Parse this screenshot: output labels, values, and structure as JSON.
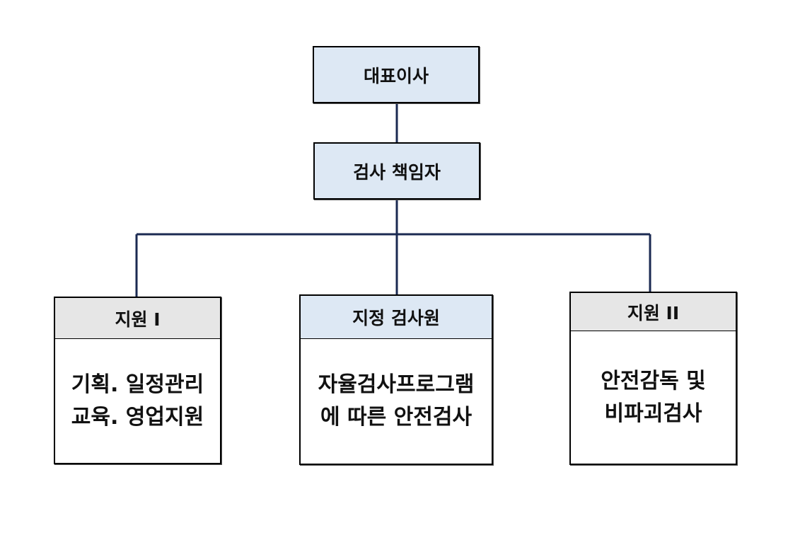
{
  "colors": {
    "line": "#1b2a52",
    "top_fill": "#dde8f4",
    "grey_header": "#e6e6e6",
    "border": "#000000"
  },
  "ceo": {
    "label": "대표이사"
  },
  "inspection_manager": {
    "label": "검사 책임자"
  },
  "branches": [
    {
      "title": "지원 I",
      "lines": [
        "기획. 일정관리",
        "교육. 영업지원"
      ]
    },
    {
      "title": "지정 검사원",
      "lines": [
        "자율검사프로그램",
        "에 따른 안전검사"
      ]
    },
    {
      "title": "지원 II",
      "lines": [
        "안전감독 및",
        "비파괴검사"
      ]
    }
  ]
}
